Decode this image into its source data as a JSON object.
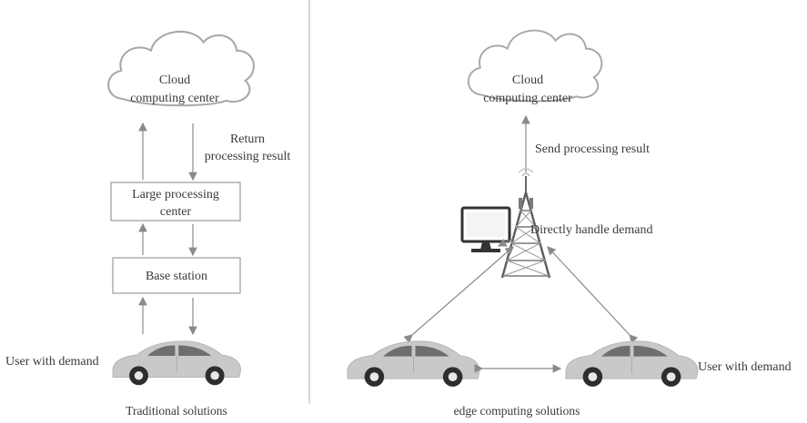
{
  "left": {
    "cloud_lines": [
      "Cloud",
      "computing center"
    ],
    "return_lines": [
      "Return",
      "processing result"
    ],
    "processing_center_lines": [
      "Large processing",
      "center"
    ],
    "base_station": "Base station",
    "user": "User with demand",
    "caption": "Traditional solutions"
  },
  "right": {
    "cloud_lines": [
      "Cloud",
      "computing center"
    ],
    "send_result": "Send processing result",
    "handle_demand": "Directly handle demand",
    "user": "User with demand",
    "caption": "edge computing solutions"
  },
  "icons": [
    "cloud-icon",
    "car-icon",
    "monitor-icon",
    "cell-tower-icon"
  ],
  "colors": {
    "stroke": "#8a8a8a",
    "car_body": "#c9c9c9",
    "text": "#3a3a3a"
  }
}
